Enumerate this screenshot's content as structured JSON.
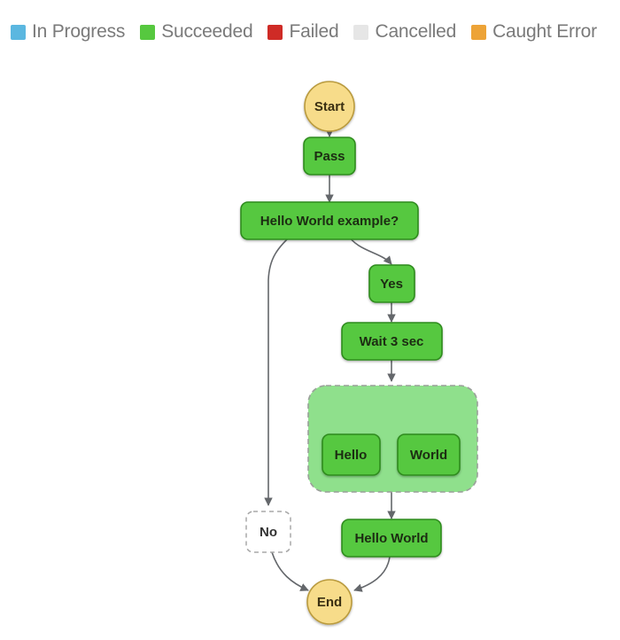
{
  "legend": {
    "items": [
      {
        "label": "In Progress",
        "color": "#5bb7e0"
      },
      {
        "label": "Succeeded",
        "color": "#56c83f"
      },
      {
        "label": "Failed",
        "color": "#cf2b26"
      },
      {
        "label": "Cancelled",
        "color": "#e6e6e6"
      },
      {
        "label": "Caught Error",
        "color": "#eda337"
      }
    ]
  },
  "graph": {
    "nodes": {
      "start": {
        "label": "Start"
      },
      "pass": {
        "label": "Pass"
      },
      "choice": {
        "label": "Hello World example?"
      },
      "yes": {
        "label": "Yes"
      },
      "wait": {
        "label": "Wait 3 sec"
      },
      "hello": {
        "label": "Hello"
      },
      "world": {
        "label": "World"
      },
      "no": {
        "label": "No"
      },
      "helloworld": {
        "label": "Hello World"
      },
      "end": {
        "label": "End"
      }
    },
    "colors": {
      "succeeded_fill": "#56c83f",
      "succeeded_stroke": "#2e8b1f",
      "terminal_fill": "#f7dc8a",
      "terminal_stroke": "#b99a3e",
      "parallel_fill": "#8fe08c",
      "parallel_stroke": "#9aa09a",
      "notrun_fill": "#ffffff",
      "notrun_stroke": "#a8a8a8",
      "edge": "#64676b"
    }
  }
}
